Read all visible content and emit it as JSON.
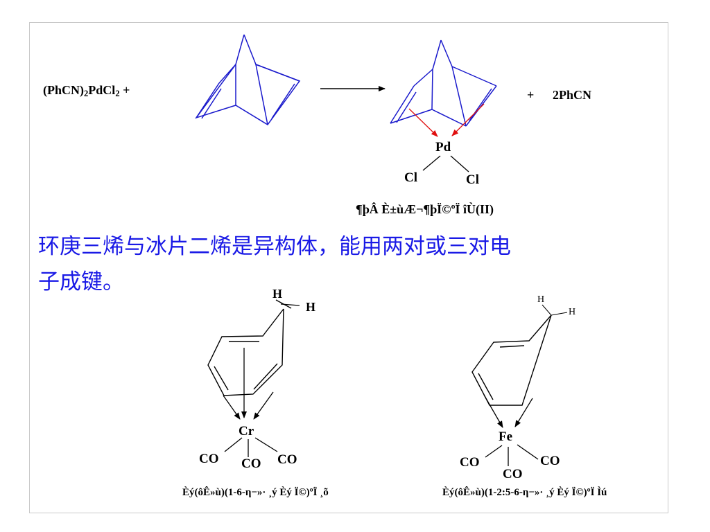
{
  "reaction": {
    "reagent_main": "(PhCN)",
    "reagent_sub1": "2",
    "reagent_mid": "PdCl",
    "reagent_sub2": "2",
    "plus1": "+",
    "plus2": "+",
    "byproduct": "2PhCN",
    "metal": "Pd",
    "ligand1": "Cl",
    "ligand2": "Cl",
    "product_caption": "¶þÂ È±ùÆ¬¶þÏ©ºÏ îÙ(II)"
  },
  "text": {
    "line1": "环庚三烯与冰片二烯是异构体，能用两对或三对电",
    "line2": "子成键。"
  },
  "cr_complex": {
    "h1": "H",
    "h2": "H",
    "metal": "Cr",
    "co1": "CO",
    "co2": "CO",
    "co3": "CO",
    "caption": "Èý(ôÊ»ù)(1-6-η−»· ¸ý Èý Ï©)ºÏ ¸õ"
  },
  "fe_complex": {
    "h1": "H",
    "h2": "H",
    "metal": "Fe",
    "co1": "CO",
    "co2": "CO",
    "co3": "CO",
    "caption": "Èý(ôÊ»ù)(1-2:5-6-η−»· ¸ý Èý Ï©)ºÏ Ìú"
  },
  "colors": {
    "bond_blue": "#1a1acc",
    "arrow_red": "#e01010",
    "text_blue": "#1a1ae6",
    "black": "#000000"
  }
}
